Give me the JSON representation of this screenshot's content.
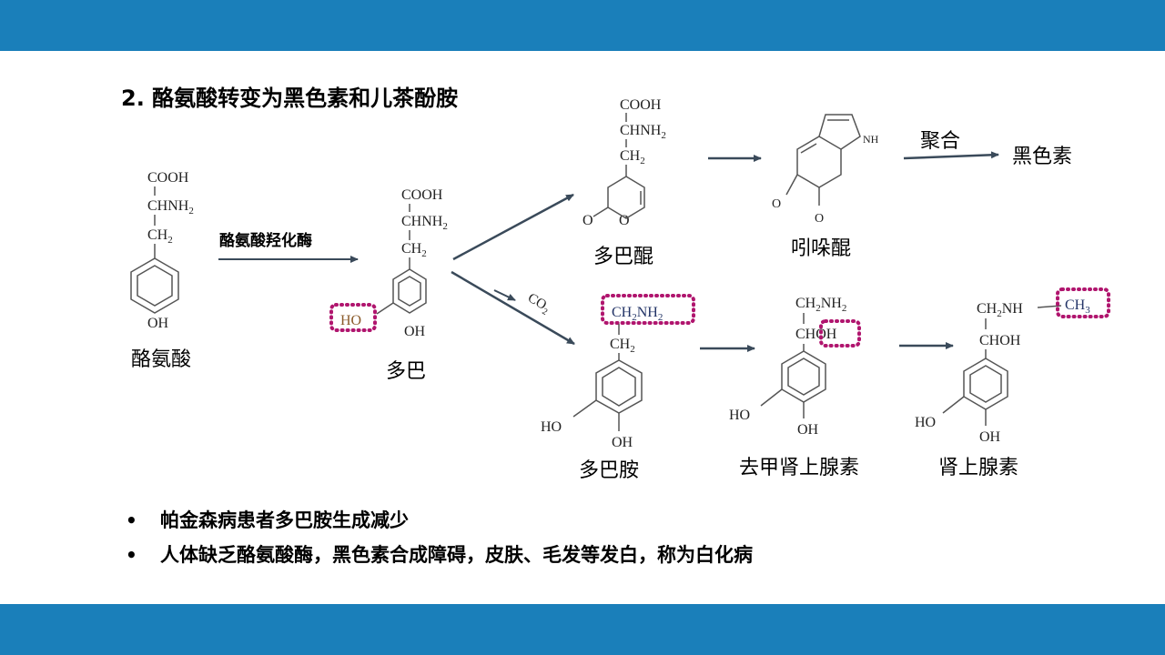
{
  "slide": {
    "title": "2. 酪氨酸转变为黑色素和儿茶酚胺",
    "bullets": [
      "帕金森病患者多巴胺生成减少",
      "人体缺乏酪氨酸酶，黑色素合成障碍，皮肤、毛发等发白，称为白化病"
    ]
  },
  "compounds": {
    "tyrosine": {
      "name": "酪氨酸",
      "top1": "COOH",
      "top2": "CHNH",
      "ch2": "CH",
      "oh": "OH"
    },
    "dopa": {
      "name": "多巴",
      "top1": "COOH",
      "top2": "CHNH",
      "ch2": "CH",
      "oh": "OH",
      "ho": "HO"
    },
    "dopaquinone": {
      "name": "多巴醌",
      "top1": "COOH",
      "top2": "CHNH",
      "ch2": "CH",
      "o1": "O",
      "o2": "O"
    },
    "indolequinone": {
      "name": "吲哚醌",
      "nh": "NH",
      "o1": "O",
      "o2": "O"
    },
    "melanin": {
      "name": "黑色素"
    },
    "dopamine": {
      "name": "多巴胺",
      "sidechain": "CH",
      "nh2": "NH",
      "ch2": "CH",
      "ho": "HO",
      "oh": "OH"
    },
    "norepinephrine": {
      "name": "去甲肾上腺素",
      "top": "CH",
      "nh2": "NH",
      "choh_c": "CH",
      "choh_oh": "OH",
      "ho": "HO",
      "oh": "OH"
    },
    "epinephrine": {
      "name": "肾上腺素",
      "top": "CH",
      "nh": "NH",
      "ch3": "CH",
      "choh": "CHOH",
      "ho": "HO",
      "oh": "OH"
    }
  },
  "subscripts": {
    "two": "2",
    "three": "3"
  },
  "arrows": {
    "enzyme": "酪氨酸羟化酶",
    "co2": "CO",
    "polymerize": "聚合"
  },
  "colors": {
    "band": "#1a7fba",
    "highlight": "#b0156e",
    "arrow": "#3a4a5a",
    "bond": "#555555"
  }
}
